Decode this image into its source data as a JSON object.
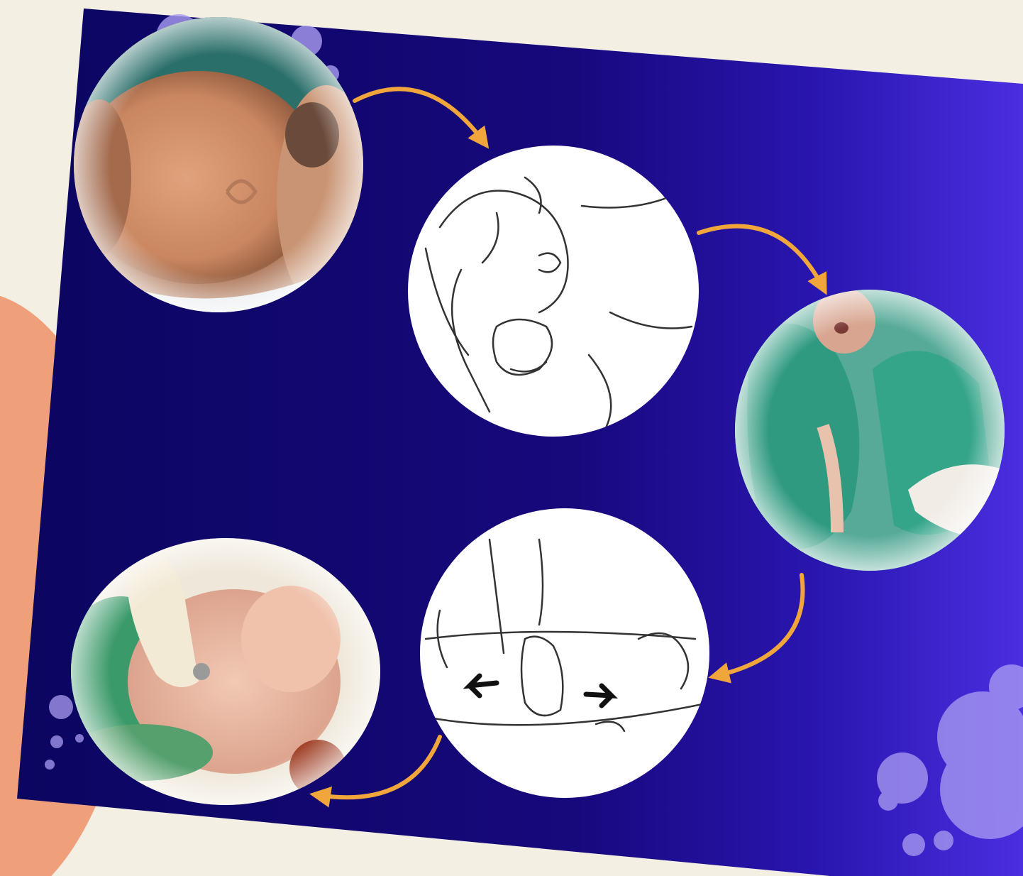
{
  "colors": {
    "page_background": "#f3efe3",
    "accent_blob": "#efa07a",
    "slide_dark": "#0b0660",
    "slide_mid": "#16067a",
    "slide_light": "#4a2ee0",
    "arrow": "#f0a63a",
    "bubble": "#a99cf2"
  },
  "steps": [
    {
      "order": 1,
      "kind": "photo",
      "subject": "infant-head-emerging"
    },
    {
      "order": 2,
      "kind": "line-drawing",
      "subject": "mouth-suction-bulb"
    },
    {
      "order": 3,
      "kind": "photo",
      "subject": "infant-lifted-in-green-drape"
    },
    {
      "order": 4,
      "kind": "line-drawing",
      "subject": "hand-rubbing-back-arrows"
    },
    {
      "order": 5,
      "kind": "photo",
      "subject": "newborn-stethoscope-check"
    }
  ],
  "arrows": [
    {
      "from": 1,
      "to": 2
    },
    {
      "from": 2,
      "to": 3
    },
    {
      "from": 3,
      "to": 4
    },
    {
      "from": 4,
      "to": 5
    }
  ],
  "icons": {
    "arrow_head": "arrowhead",
    "bubble": "circle"
  }
}
